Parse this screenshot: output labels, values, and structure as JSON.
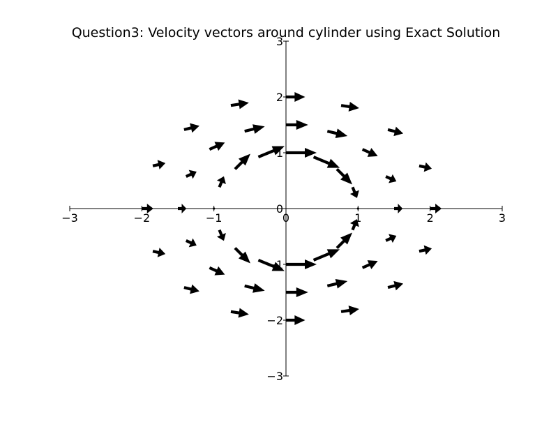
{
  "chart_data": {
    "type": "quiver",
    "title": "Question3: Velocity vectors around cylinder using Exact Solution",
    "xlabel": "",
    "ylabel": "",
    "xlim": [
      -3,
      3
    ],
    "ylim": [
      -3,
      3
    ],
    "x_ticks": [
      -3,
      -2,
      -1,
      0,
      1,
      2,
      3
    ],
    "y_ticks": [
      -3,
      -2,
      -1,
      0,
      1,
      2,
      3
    ],
    "x_tick_labels": [
      "−3",
      "−2",
      "−1",
      "0",
      "1",
      "2",
      "3"
    ],
    "y_tick_labels": [
      "−3",
      "−2",
      "−1",
      "0",
      "1",
      "2",
      "3"
    ],
    "axes_through_origin": true,
    "grid": false,
    "legend": null,
    "arrow_color": "#000000",
    "cylinder_radius": 1,
    "sample_radii": [
      1,
      1.5,
      2
    ],
    "samples_per_ring": 16,
    "vectors": [
      {
        "x": 1.0,
        "y": 0.0,
        "u": 0.0,
        "v": 0.0
      },
      {
        "x": 0.924,
        "y": 0.383,
        "u": 0.293,
        "v": -0.707
      },
      {
        "x": 0.707,
        "y": 0.707,
        "u": 1.0,
        "v": -1.0
      },
      {
        "x": 0.383,
        "y": 0.924,
        "u": 1.707,
        "v": -0.707
      },
      {
        "x": 0.0,
        "y": 1.0,
        "u": 2.0,
        "v": 0.0
      },
      {
        "x": -0.383,
        "y": 0.924,
        "u": 1.707,
        "v": 0.707
      },
      {
        "x": -0.707,
        "y": 0.707,
        "u": 1.0,
        "v": 1.0
      },
      {
        "x": -0.924,
        "y": 0.383,
        "u": 0.293,
        "v": 0.707
      },
      {
        "x": -1.0,
        "y": 0.0,
        "u": 0.0,
        "v": 0.0
      },
      {
        "x": -0.924,
        "y": -0.383,
        "u": 0.293,
        "v": -0.707
      },
      {
        "x": -0.707,
        "y": -0.707,
        "u": 1.0,
        "v": -1.0
      },
      {
        "x": -0.383,
        "y": -0.924,
        "u": 1.707,
        "v": -0.707
      },
      {
        "x": 0.0,
        "y": -1.0,
        "u": 2.0,
        "v": 0.0
      },
      {
        "x": 0.383,
        "y": -0.924,
        "u": 1.707,
        "v": 0.707
      },
      {
        "x": 0.707,
        "y": -0.707,
        "u": 1.0,
        "v": 1.0
      },
      {
        "x": 0.924,
        "y": -0.383,
        "u": 0.293,
        "v": 0.707
      },
      {
        "x": 1.5,
        "y": 0.0,
        "u": 0.556,
        "v": 0.0
      },
      {
        "x": 1.386,
        "y": 0.574,
        "u": 0.686,
        "v": -0.314
      },
      {
        "x": 1.061,
        "y": 1.061,
        "u": 1.0,
        "v": -0.444
      },
      {
        "x": 0.574,
        "y": 1.386,
        "u": 1.314,
        "v": -0.314
      },
      {
        "x": 0.0,
        "y": 1.5,
        "u": 1.444,
        "v": 0.0
      },
      {
        "x": -0.574,
        "y": 1.386,
        "u": 1.314,
        "v": 0.314
      },
      {
        "x": -1.061,
        "y": 1.061,
        "u": 1.0,
        "v": 0.444
      },
      {
        "x": -1.386,
        "y": 0.574,
        "u": 0.686,
        "v": 0.314
      },
      {
        "x": -1.5,
        "y": 0.0,
        "u": 0.556,
        "v": 0.0
      },
      {
        "x": -1.386,
        "y": -0.574,
        "u": 0.686,
        "v": -0.314
      },
      {
        "x": -1.061,
        "y": -1.061,
        "u": 1.0,
        "v": -0.444
      },
      {
        "x": -0.574,
        "y": -1.386,
        "u": 1.314,
        "v": -0.314
      },
      {
        "x": 0.0,
        "y": -1.5,
        "u": 1.444,
        "v": 0.0
      },
      {
        "x": 0.574,
        "y": -1.386,
        "u": 1.314,
        "v": 0.314
      },
      {
        "x": 1.061,
        "y": -1.061,
        "u": 1.0,
        "v": 0.444
      },
      {
        "x": 1.386,
        "y": -0.574,
        "u": 0.686,
        "v": 0.314
      },
      {
        "x": 2.0,
        "y": 0.0,
        "u": 0.75,
        "v": 0.0
      },
      {
        "x": 1.848,
        "y": 0.765,
        "u": 0.823,
        "v": -0.177
      },
      {
        "x": 1.414,
        "y": 1.414,
        "u": 1.0,
        "v": -0.25
      },
      {
        "x": 0.765,
        "y": 1.848,
        "u": 1.177,
        "v": -0.177
      },
      {
        "x": 0.0,
        "y": 2.0,
        "u": 1.25,
        "v": 0.0
      },
      {
        "x": -0.765,
        "y": 1.848,
        "u": 1.177,
        "v": 0.177
      },
      {
        "x": -1.414,
        "y": 1.414,
        "u": 1.0,
        "v": 0.25
      },
      {
        "x": -1.848,
        "y": 0.765,
        "u": 0.823,
        "v": 0.177
      },
      {
        "x": -2.0,
        "y": 0.0,
        "u": 0.75,
        "v": 0.0
      },
      {
        "x": -1.848,
        "y": -0.765,
        "u": 0.823,
        "v": -0.177
      },
      {
        "x": -1.414,
        "y": -1.414,
        "u": 1.0,
        "v": -0.25
      },
      {
        "x": -0.765,
        "y": -1.848,
        "u": 1.177,
        "v": -0.177
      },
      {
        "x": 0.0,
        "y": -2.0,
        "u": 1.25,
        "v": 0.0
      },
      {
        "x": 0.765,
        "y": -1.848,
        "u": 1.177,
        "v": 0.177
      },
      {
        "x": 1.414,
        "y": -1.414,
        "u": 1.0,
        "v": 0.25
      },
      {
        "x": 1.848,
        "y": -0.765,
        "u": 0.823,
        "v": 0.177
      }
    ]
  }
}
